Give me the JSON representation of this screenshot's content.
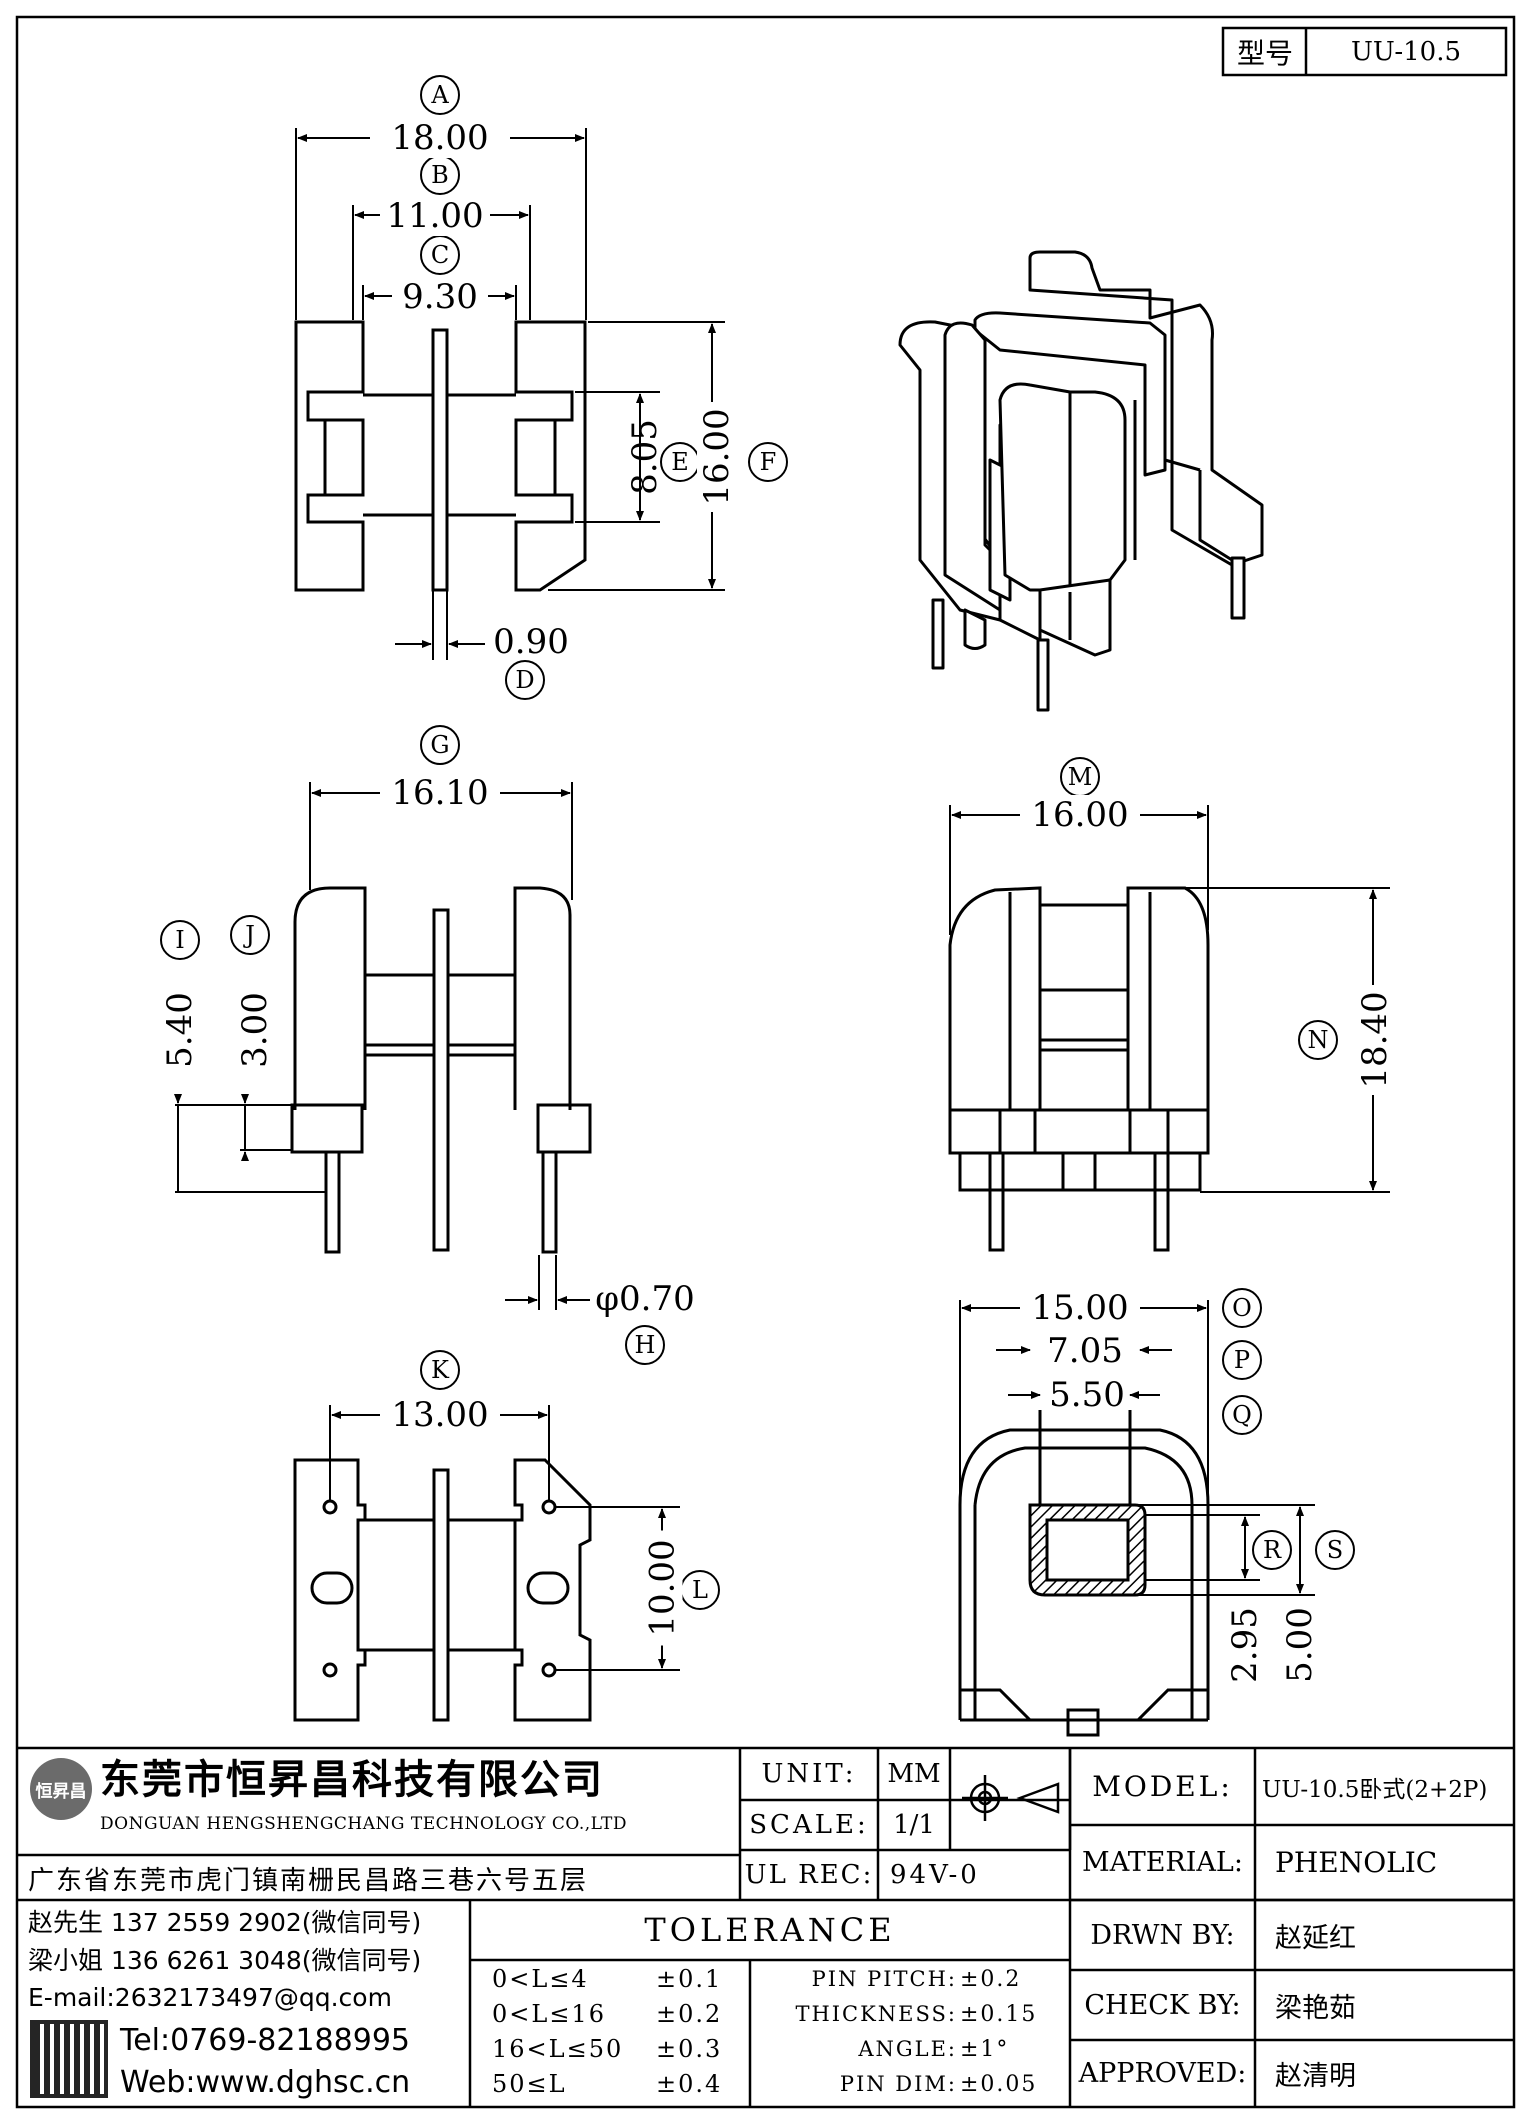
{
  "model_tag": {
    "label": "型号",
    "value": "UU-10.5"
  },
  "dimensions": {
    "A": "18.00",
    "B": "11.00",
    "C": "9.30",
    "D": "0.90",
    "E": "8.05",
    "F": "16.00",
    "G": "16.10",
    "H": "φ0.70",
    "I": "5.40",
    "J": "3.00",
    "K": "13.00",
    "L": "10.00",
    "M": "16.00",
    "N": "18.40",
    "O": "15.00",
    "P": "7.05",
    "Q": "5.50",
    "R": "2.95",
    "S": "5.00"
  },
  "letters": [
    "A",
    "B",
    "C",
    "D",
    "E",
    "F",
    "G",
    "H",
    "I",
    "J",
    "K",
    "L",
    "M",
    "N",
    "O",
    "P",
    "Q",
    "R",
    "S"
  ],
  "company": {
    "logo_text": "恒昇昌",
    "name_cn": "东莞市恒昇昌科技有限公司",
    "name_en": "DONGUAN HENGSHENGCHANG TECHNOLOGY CO.,LTD",
    "address": "广东省东莞市虎门镇南栅民昌路三巷六号五层"
  },
  "contacts": {
    "line1": "赵先生 137 2559 2902(微信同号)",
    "line2": "梁小姐 136 6261 3048(微信同号)",
    "email": "E-mail:2632173497@qq.com",
    "tel": "Tel:0769-82188995",
    "web": "Web:www.dghsc.cn"
  },
  "spec": {
    "unit_label": "UNIT:",
    "unit_value": "MM",
    "scale_label": "SCALE:",
    "scale_value": "1/1",
    "ulrec_label": "UL REC:",
    "ulrec_value": "94V-0"
  },
  "tolerance": {
    "title": "TOLERANCE",
    "ranges": [
      {
        "range": "0<L≤4",
        "tol": "±0.1"
      },
      {
        "range": "0<L≤16",
        "tol": "±0.2"
      },
      {
        "range": "16<L≤50",
        "tol": "±0.3"
      },
      {
        "range": "50≤L",
        "tol": "±0.4"
      }
    ],
    "others": [
      {
        "label": "PIN PITCH:",
        "value": "±0.2"
      },
      {
        "label": "THICKNESS:",
        "value": "±0.15"
      },
      {
        "label": "ANGLE:",
        "value": "±1°"
      },
      {
        "label": "PIN DIM:",
        "value": "±0.05"
      }
    ]
  },
  "info": {
    "model_label": "MODEL:",
    "model_value": "UU-10.5卧式(2+2P)",
    "material_label": "MATERIAL:",
    "material_value": "PHENOLIC",
    "drawn_label": "DRWN BY:",
    "drawn_value": "赵延红",
    "check_label": "CHECK BY:",
    "check_value": "梁艳茹",
    "approved_label": "APPROVED:",
    "approved_value": "赵清明"
  }
}
